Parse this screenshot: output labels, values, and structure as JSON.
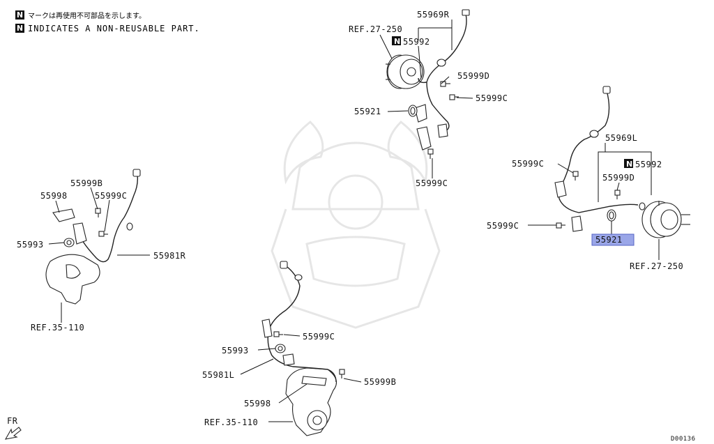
{
  "notes": {
    "marker": "N",
    "line1": "マークは再使用不可部品を示します。",
    "line2": "INDICATES A NON-REUSABLE PART."
  },
  "labels": {
    "l_55969R": "55969R",
    "l_ref27_top": "REF.27-250",
    "l_55992_top": "55992",
    "l_55999D_top": "55999D",
    "l_55999C_top1": "55999C",
    "l_55921_top": "55921",
    "l_55999C_top2": "55999C",
    "l_55999B_left": "55999B",
    "l_55998_left": "55998",
    "l_55999C_left": "55999C",
    "l_55993_left": "55993",
    "l_55981R": "55981R",
    "l_ref35_left": "REF.35-110",
    "l_55969L": "55969L",
    "l_55999C_right1": "55999C",
    "l_55992_right": "55992",
    "l_55999D_right": "55999D",
    "l_55999C_right2": "55999C",
    "l_55921_right": "55921",
    "l_ref27_right": "REF.27-250",
    "l_55999C_bottom": "55999C",
    "l_55993_bottom": "55993",
    "l_55981L": "55981L",
    "l_55999B_bottom": "55999B",
    "l_55998_bottom": "55998",
    "l_ref35_bottom": "REF.35-110",
    "fr": "FR",
    "code": "D00136"
  },
  "colors": {
    "highlight_fill": "#9aa6e8",
    "highlight_stroke": "#5664c4",
    "watermark": "#e6e6e6"
  }
}
